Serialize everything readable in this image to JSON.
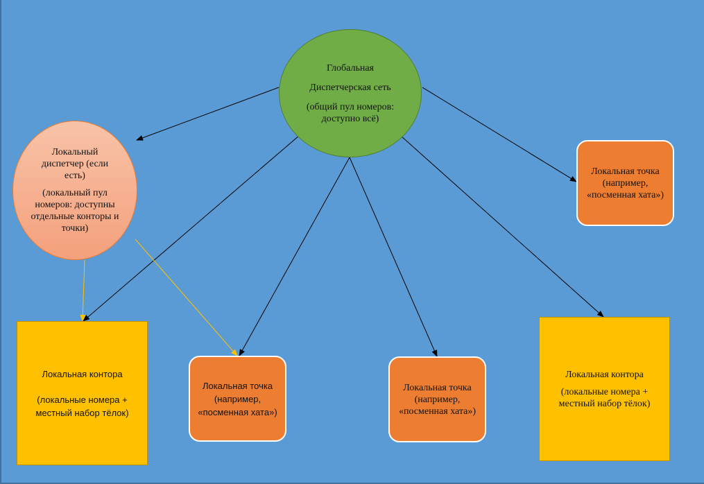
{
  "diagram": {
    "colors": {
      "background": "#5b9bd5",
      "global_node": "#70ad47",
      "local_dispatcher": "#f4b183",
      "local_point": "#ed7d31",
      "local_office": "#ffc000",
      "arrow_black": "#000000",
      "arrow_yellow": "#ffc000"
    },
    "nodes": {
      "global": {
        "line1": "Глобальная",
        "line2": "Диспетчерская сеть",
        "line3": "(общий пул номеров: доступно всё)"
      },
      "local_dispatcher": {
        "line1": "Локальный диспетчер (если есть)",
        "line2": "(локальный пул номеров: доступны отдельные конторы и точки)"
      },
      "point_right": {
        "line1": "Локальная точка (например, «посменная хата»)"
      },
      "office_left": {
        "line1": "Локальная контора",
        "line2": "(локальные номера + местный набор тёлок)"
      },
      "point_mid1": {
        "line1": "Локальная точка (например, «посменная хата»)"
      },
      "point_mid2": {
        "line1": "Локальная точка (например, «посменная хата»)"
      },
      "office_right": {
        "line1": "Локальная контора",
        "line2": "(локальные номера + местный набор тёлок)"
      }
    },
    "edges": [
      {
        "from": "global",
        "to": "local_dispatcher",
        "color": "black"
      },
      {
        "from": "global",
        "to": "point_right",
        "color": "black"
      },
      {
        "from": "global",
        "to": "office_left",
        "color": "black"
      },
      {
        "from": "global",
        "to": "point_mid1",
        "color": "black"
      },
      {
        "from": "global",
        "to": "point_mid2",
        "color": "black"
      },
      {
        "from": "global",
        "to": "office_right",
        "color": "black"
      },
      {
        "from": "local_dispatcher",
        "to": "office_left",
        "color": "yellow"
      },
      {
        "from": "local_dispatcher",
        "to": "point_mid1",
        "color": "yellow"
      }
    ]
  }
}
